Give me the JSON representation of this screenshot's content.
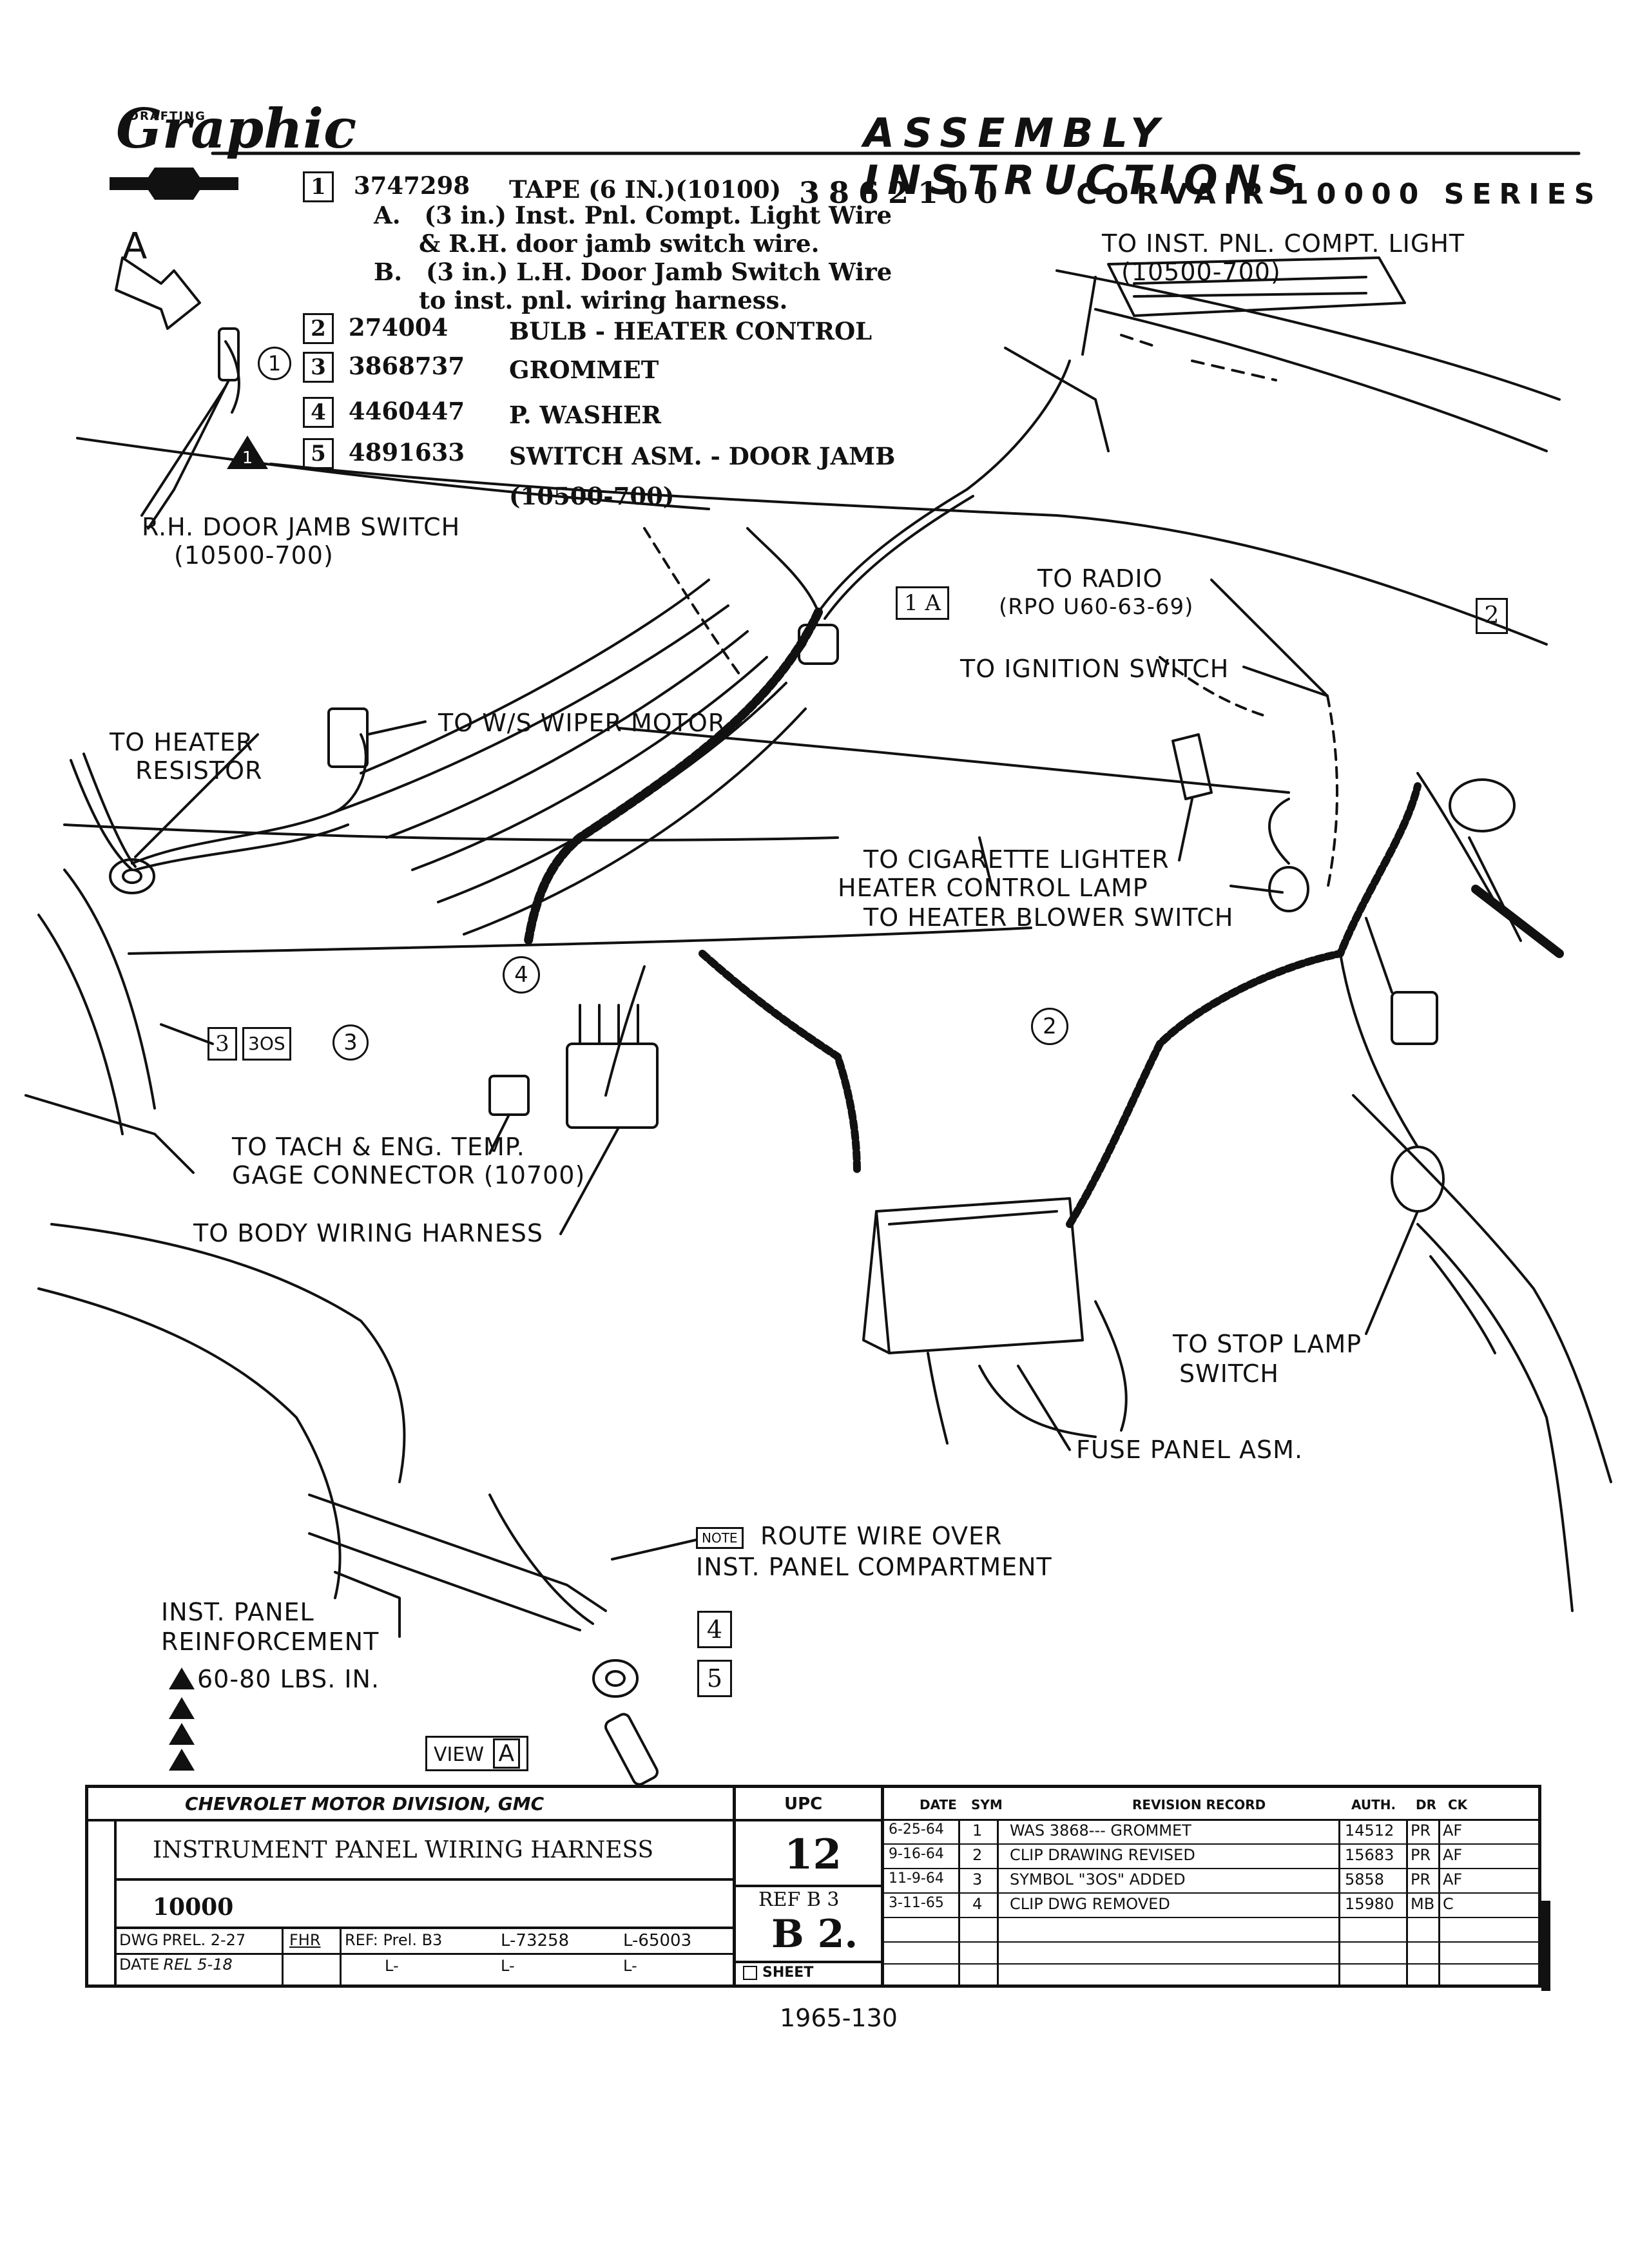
{
  "header": {
    "logo_small": "DRAFTING",
    "logo_script": "Graphic",
    "title": "ASSEMBLY INSTRUCTIONS",
    "part_number": "3862100",
    "subtitle": "CORVAIR 10000 SERIES"
  },
  "parts_list": [
    {
      "item": "1",
      "part_no": "3747298",
      "desc": "TAPE (6 IN.)(10100)"
    },
    {
      "item": "2",
      "part_no": "274004",
      "desc": "BULB - HEATER CONTROL"
    },
    {
      "item": "3",
      "part_no": "3868737",
      "desc": "GROMMET"
    },
    {
      "item": "4",
      "part_no": "4460447",
      "desc": "P. WASHER"
    },
    {
      "item": "5",
      "part_no": "4891633",
      "desc": "SWITCH ASM. - DOOR JAMB"
    }
  ],
  "tape_notes": {
    "a_label": "A.",
    "a_line1": "(3 in.) Inst. Pnl. Compt. Light Wire",
    "a_line2": "& R.H. door jamb switch wire.",
    "b_label": "B.",
    "b_line1": "(3 in.) L.H. Door Jamb Switch Wire",
    "b_line2": "to inst. pnl. wiring harness."
  },
  "switch_range": "(10500-700)",
  "callouts": {
    "view_a_letter": "A",
    "circle_1": "1",
    "circle_2": "2",
    "circle_3": "3",
    "circle_4": "4",
    "triangle_1": "1",
    "box_1a": "1 A",
    "box_2": "2",
    "box_3": "3",
    "box_3os": "3OS",
    "box_4": "4",
    "box_5": "5",
    "view_a": "VIEW",
    "note_tag": "NOTE"
  },
  "labels": {
    "rh_door_jamb": "R.H. DOOR JAMB SWITCH",
    "rh_door_jamb_range": "(10500-700)",
    "to_inst_pnl_light": "TO INST. PNL. COMPT. LIGHT",
    "to_inst_pnl_light_range": "(10500-700)",
    "to_radio": "TO RADIO",
    "to_radio_rpo": "(RPO U60-63-69)",
    "to_ignition": "TO IGNITION SWITCH",
    "to_heater_resistor_1": "TO HEATER",
    "to_heater_resistor_2": "RESISTOR",
    "to_ws_wiper": "TO W/S WIPER MOTOR",
    "to_cig_lighter": "TO CIGARETTE LIGHTER",
    "heater_control_lamp": "HEATER CONTROL LAMP",
    "to_heater_blower": "TO HEATER BLOWER SWITCH",
    "to_tach_1": "TO TACH & ENG. TEMP.",
    "to_tach_2": "GAGE CONNECTOR (10700)",
    "to_body_harness": "TO BODY WIRING HARNESS",
    "to_stop_lamp_1": "TO STOP LAMP",
    "to_stop_lamp_2": "SWITCH",
    "fuse_panel": "FUSE PANEL ASM.",
    "route_wire_1": "ROUTE WIRE OVER",
    "route_wire_2": "INST. PANEL COMPARTMENT",
    "inst_panel_1": "INST. PANEL",
    "inst_panel_2": "REINFORCEMENT",
    "torque": "60-80 LBS. IN."
  },
  "title_block": {
    "division": "CHEVROLET MOTOR DIVISION, GMC",
    "name": "INSTRUMENT PANEL WIRING HARNESS",
    "series": "10000",
    "upc_label": "UPC",
    "upc_value": "12",
    "ref_label": "REF B 3",
    "ref_value": "B 2.",
    "sheet_label": "SHEET",
    "dwg_label": "DWG",
    "dwg_prel": "PREL. 2-27",
    "date_label": "DATE",
    "date_rel": "REL 5-18",
    "drawn_by": "FHR",
    "ref_text": "REF: Prel. B3",
    "ref_l1": "L-73258",
    "ref_l2": "L-65003",
    "ref_l_blank": "L-",
    "rev_headers": {
      "date": "DATE",
      "sym": "SYM",
      "record": "REVISION RECORD",
      "auth": "AUTH.",
      "dr": "DR",
      "ck": "CK"
    },
    "revisions": [
      {
        "date": "6-25-64",
        "sym": "1",
        "record": "WAS 3868--- GROMMET",
        "auth": "14512",
        "dr": "PR",
        "ck": "AF"
      },
      {
        "date": "9-16-64",
        "sym": "2",
        "record": "CLIP DRAWING REVISED",
        "auth": "15683",
        "dr": "PR",
        "ck": "AF"
      },
      {
        "date": "11-9-64",
        "sym": "3",
        "record": "SYMBOL \"3OS\" ADDED",
        "auth": "5858",
        "dr": "PR",
        "ck": "AF"
      },
      {
        "date": "3-11-65",
        "sym": "4",
        "record": "CLIP DWG REMOVED",
        "auth": "15980",
        "dr": "MB",
        "ck": "C"
      }
    ]
  },
  "footer": "1965-130"
}
